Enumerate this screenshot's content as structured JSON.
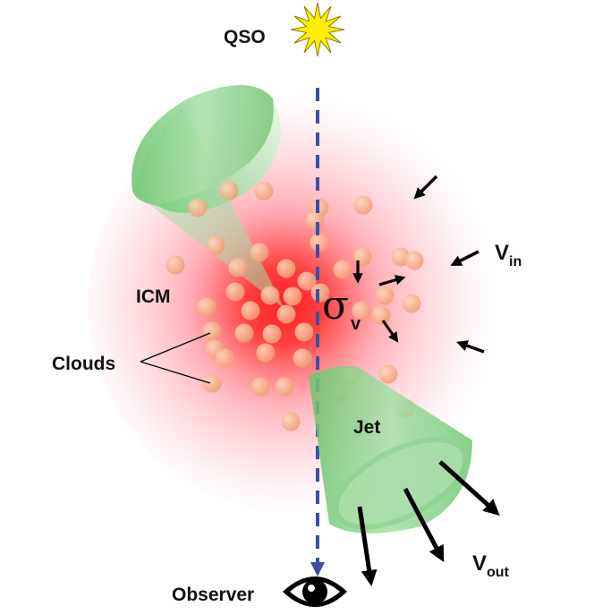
{
  "labels": {
    "qso": "QSO",
    "icm": "ICM",
    "clouds": "Clouds",
    "jet": "Jet",
    "observer": "Observer",
    "sigma": "σ",
    "sigma_sub": "v",
    "vin": "V",
    "vin_sub": "in",
    "vout": "V",
    "vout_sub": "out"
  },
  "icons": {
    "qso": "star-burst-icon",
    "observer": "eye-icon"
  },
  "colors": {
    "icm_core": "#ff2a2a",
    "jet": "#8fd48f",
    "clouds": "#f4a77a",
    "sightline": "#3a4fa8",
    "qso": "#ffee00"
  }
}
